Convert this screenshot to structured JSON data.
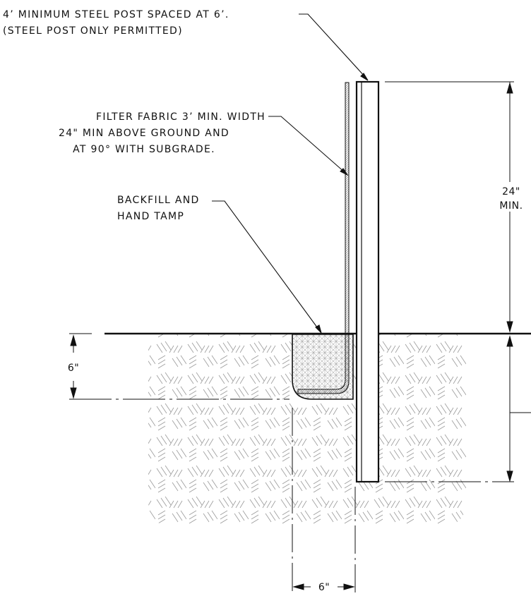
{
  "annotations": {
    "post": {
      "line1": "4’ MINIMUM STEEL POST SPACED AT 6’.",
      "line2": "(STEEL POST ONLY PERMITTED)"
    },
    "fabric": {
      "line1": "FILTER FABRIC 3’ MIN. WIDTH",
      "line2": "24\" MIN ABOVE GROUND AND",
      "line3": "AT 90° WITH SUBGRADE."
    },
    "backfill": {
      "line1": "BACKFILL AND",
      "line2": "HAND TAMP"
    }
  },
  "dimensions": {
    "height_value": "24\"",
    "height_unit": "MIN.",
    "trench_depth": "6\"",
    "trench_width": "6\""
  },
  "colors": {
    "ink": "#111111",
    "hatch": "#9a9a9a"
  }
}
